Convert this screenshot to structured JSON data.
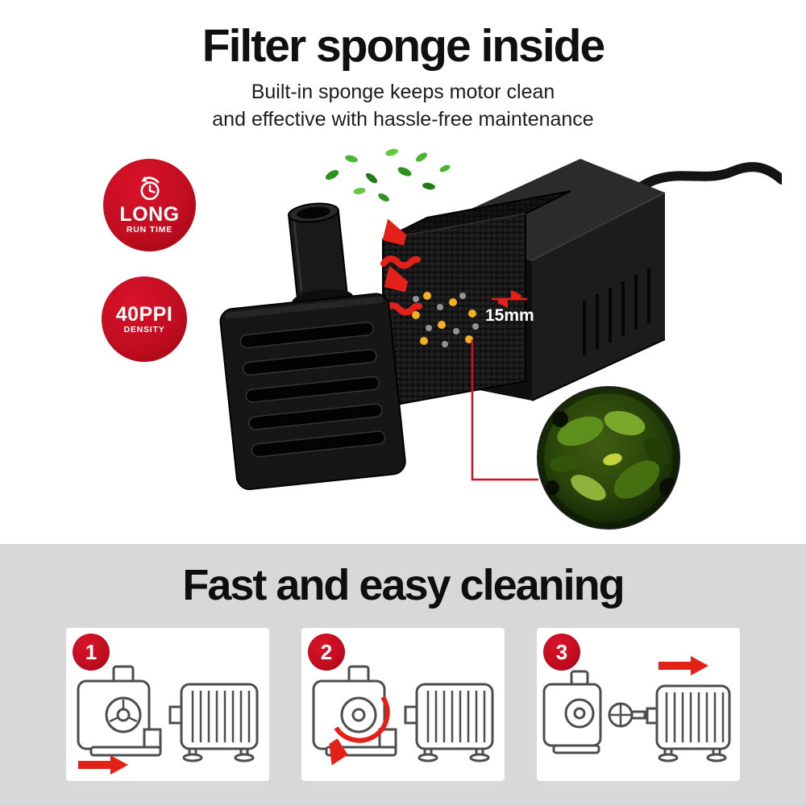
{
  "colors": {
    "accent_red": "#c20d20",
    "arrow_red": "#e32119",
    "dot_yellow": "#f2b01e",
    "dot_gray": "#939393",
    "section_bg": "#d8d8d8"
  },
  "header": {
    "title": "Filter sponge inside",
    "subtitle_line1": "Built-in sponge keeps motor clean",
    "subtitle_line2": "and effective with hassle-free maintenance"
  },
  "badges": [
    {
      "icon": "clock-refresh-icon",
      "title": "LONG",
      "subtitle": "RUN TIME"
    },
    {
      "title": "40PPI",
      "subtitle": "DENSITY"
    }
  ],
  "product": {
    "dimension_label": "15mm"
  },
  "cleaning": {
    "title": "Fast and easy cleaning",
    "steps": [
      {
        "number": "1"
      },
      {
        "number": "2"
      },
      {
        "number": "3"
      }
    ]
  }
}
